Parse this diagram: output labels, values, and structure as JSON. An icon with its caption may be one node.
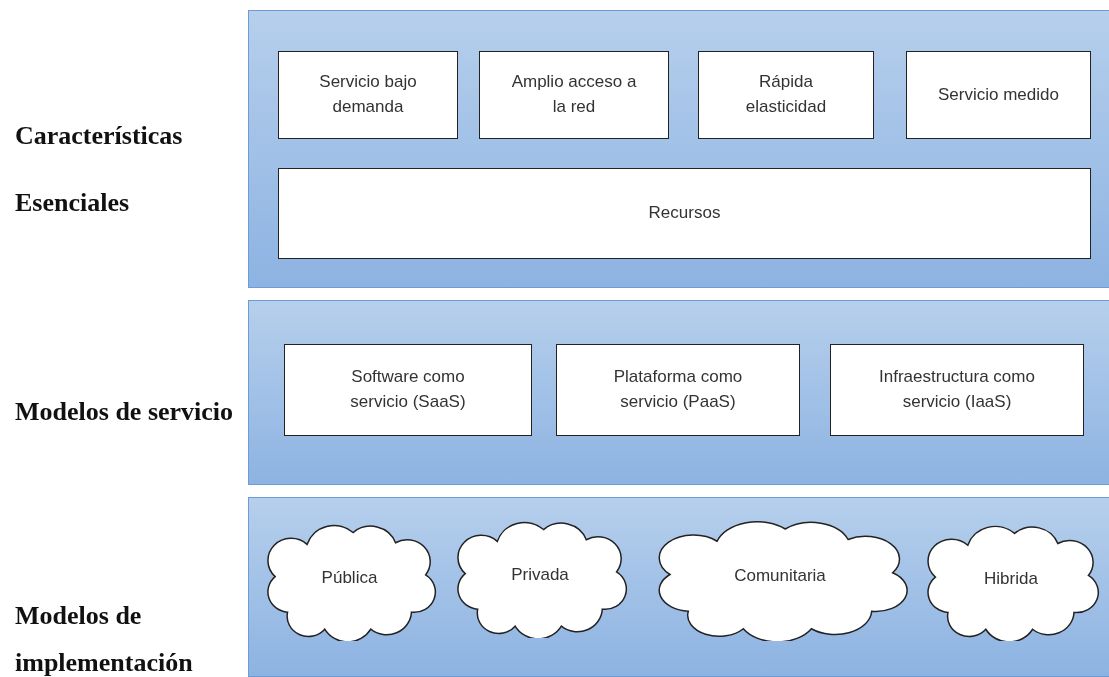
{
  "diagram": {
    "nodes": [
      {
        "text": [
          "Características Esenciales"
        ]
      },
      {
        "text": [
          "Servicio bajo demanda"
        ],
        "in": 0
      },
      {
        "text": [
          "Amplio acceso a la red"
        ],
        "in": 0
      },
      {
        "text": [
          "Rápida elasticidad"
        ],
        "in": 0
      },
      {
        "text": [
          "Servicio medido"
        ],
        "in": 0
      },
      {
        "text": [
          "Recursos"
        ],
        "in": 0
      },
      {
        "text": [
          "Modelos de servicio"
        ]
      },
      {
        "text": [
          "Software como servicio (SaaS)"
        ],
        "in": 6
      },
      {
        "text": [
          "Plataforma como servicio (PaaS)"
        ],
        "in": 6
      },
      {
        "text": [
          "Infraestructura como servicio (IaaS)"
        ],
        "in": 6
      },
      {
        "text": [
          "Modelos de implementación"
        ]
      },
      {
        "text": [
          "Pública"
        ],
        "in": 10
      },
      {
        "text": [
          "Privada"
        ],
        "in": 10
      },
      {
        "text": [
          "Comunitaria"
        ],
        "in": 10
      },
      {
        "text": [
          "Hibrida"
        ],
        "in": 10
      }
    ]
  }
}
